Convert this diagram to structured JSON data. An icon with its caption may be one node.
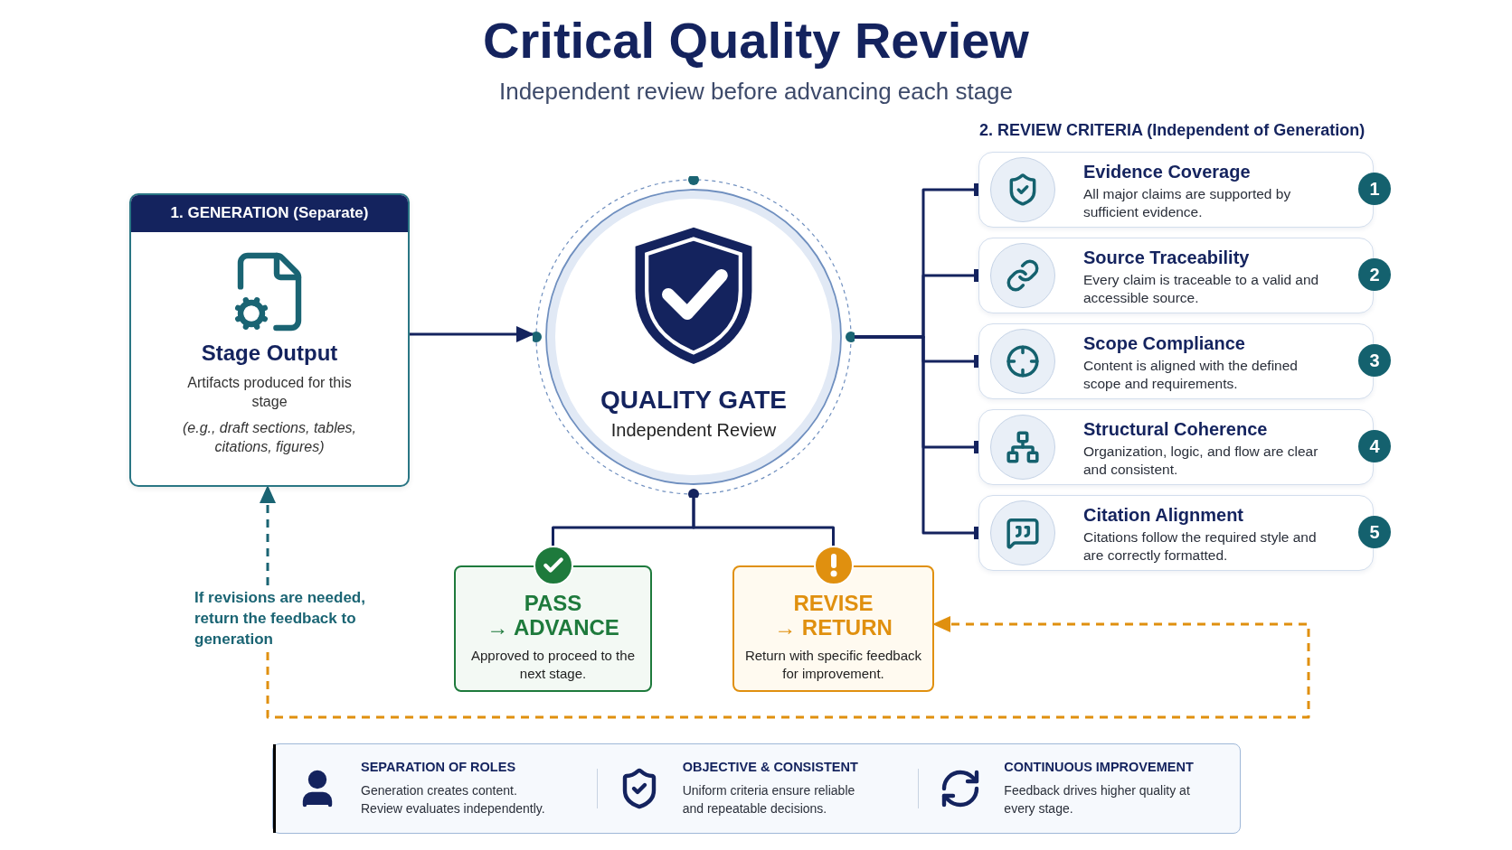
{
  "diagram": {
    "title": "Critical Quality Review",
    "nodes": [
      {
        "text": [
          "1. GENERATION (Separate)",
          "Stage Output",
          "Artifacts produced for this stage",
          "(e.g., draft sections, tables, citations, figures)"
        ]
      },
      {
        "text": [
          "QUALITY GATE",
          "Independent Review"
        ]
      },
      {
        "text": [
          "PASS",
          "→ ADVANCE",
          "Approved to proceed to the next stage."
        ]
      },
      {
        "text": [
          "REVISE",
          "→ RETURN",
          "Return with specific feedback for improvement."
        ]
      },
      {
        "text": [
          "Evidence Coverage",
          "All major claims are supported by sufficient evidence.",
          "1"
        ]
      },
      {
        "text": [
          "Source Traceability",
          "Every claim is traceable to a valid and accessible source.",
          "2"
        ]
      },
      {
        "text": [
          "Scope Compliance",
          "Content is aligned with the defined scope and requirements.",
          "3"
        ]
      },
      {
        "text": [
          "Structural Coherence",
          "Organization, logic, and flow are clear and consistent.",
          "4"
        ]
      },
      {
        "text": [
          "Citation Alignment",
          "Citations follow the required style and are correctly formatted.",
          "5"
        ]
      },
      {
        "text": [
          "If revisions are needed, return the feedback to generation"
        ]
      },
      {
        "text": [
          "SEPARATION OF ROLES",
          "Generation creates content. Review evaluates independently.",
          "OBJECTIVE & CONSISTENT",
          "Uniform criteria ensure reliable and repeatable decisions.",
          "CONTINUOUS IMPROVEMENT",
          "Feedback drives higher quality at every stage."
        ]
      }
    ],
    "edges": [
      {
        "from": 0,
        "to": 1,
        "arrow": "to"
      },
      {
        "from": 1,
        "to": 2,
        "arrow": "none"
      },
      {
        "from": 1,
        "to": 3,
        "arrow": "none"
      },
      {
        "from": 1,
        "to": 4,
        "arrow": "other"
      },
      {
        "from": 1,
        "to": 5,
        "arrow": "other"
      },
      {
        "from": 1,
        "to": 6,
        "arrow": "other"
      },
      {
        "from": 1,
        "to": 7,
        "arrow": "other"
      },
      {
        "from": 1,
        "to": 8,
        "arrow": "other"
      },
      {
        "from": 9,
        "to": 0,
        "arrow": "to",
        "style": "dashed",
        "color": "#1a6473"
      },
      {
        "from": 9,
        "to": 3,
        "arrow": "to",
        "style": "dashed",
        "color": "#e0900f"
      }
    ],
    "labels": [
      "Independent review before advancing each stage",
      "2. REVIEW CRITERIA (Independent of Generation)"
    ]
  }
}
